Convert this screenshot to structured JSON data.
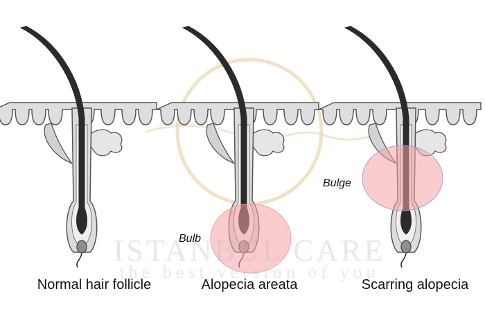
{
  "panels": [
    {
      "caption": "Normal hair follicle",
      "callout": ""
    },
    {
      "caption": "Alopecia areata",
      "callout": "Bulb"
    },
    {
      "caption": "Scarring alopecia",
      "callout": "Bulge"
    }
  ],
  "watermark": {
    "brand": "ISTANBUL CARE",
    "tagline": "the best version of you"
  },
  "colors": {
    "skin_fill": "#dedede",
    "outline": "#555555",
    "hair": "#2b2b2b",
    "highlight": "#f8a3a6",
    "watermark_gold": "#e8d6b0"
  }
}
